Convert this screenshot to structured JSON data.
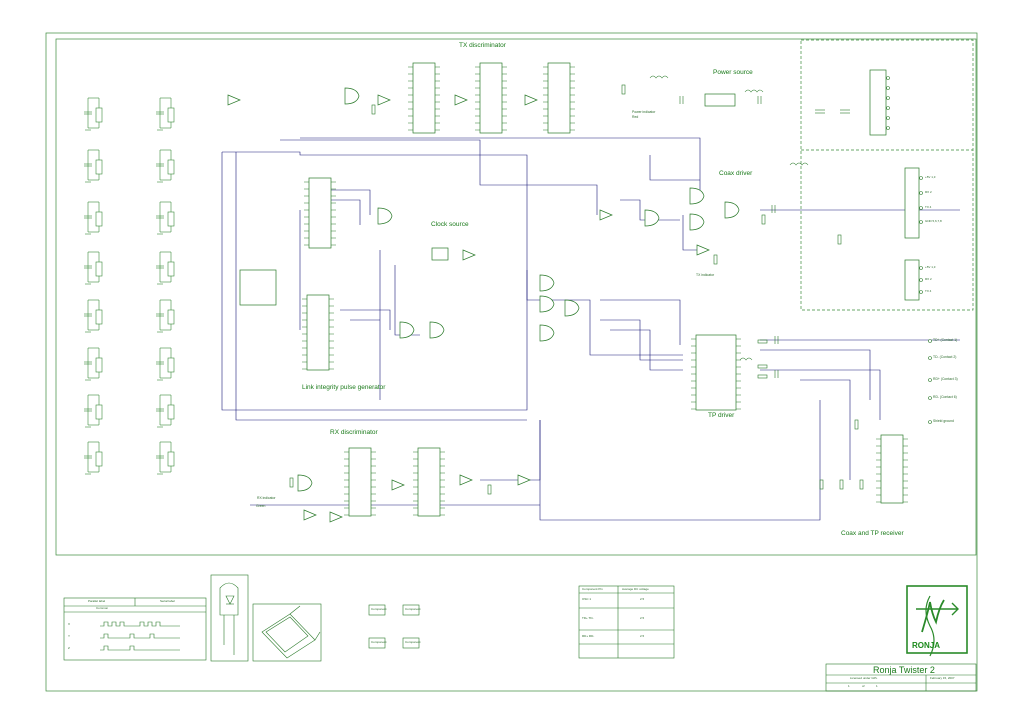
{
  "blocks": {
    "tx_discriminator": "TX discriminator",
    "power_source": "Power source",
    "coax_driver": "Coax driver",
    "clock_source": "Clock source",
    "link_pulse": "Link integrity pulse generator",
    "tp_driver": "TP driver",
    "rx_discriminator": "RX discriminator",
    "coax_tp_receiver": "Coax and TP receiver"
  },
  "titleblock": {
    "title": "Ronja Twister 2",
    "license": "Licensed under GPL",
    "date": "February 15, 2007",
    "sheet_num": "1",
    "sheet_of": "of",
    "sheet_total": "1",
    "logo_text": "RONJA"
  },
  "legend": {
    "tabs": [
      "Parallel label",
      "Serial label",
      "Common"
    ],
    "rows": [
      "X",
      "Y",
      "Z"
    ]
  },
  "table": {
    "head": [
      "Component Pin",
      "Average DC voltage"
    ],
    "rows": [
      [
        "OSC 1",
        "2.5"
      ],
      [
        "TD+ TD-",
        "2.5"
      ],
      [
        "RD+ RD-",
        "2.5"
      ]
    ]
  },
  "labels": {
    "led_tx": "TX indicator",
    "led_rx": "RX indicator",
    "power_led": "Power indicator",
    "green_note": "Green",
    "red_note": "Red"
  },
  "connectors": {
    "rj_pins": [
      "TD+ (Contact 1)",
      "TD- (Contact 2)",
      "RD+ (Contact 3)",
      "RD- (Contact 6)",
      "Shield ground"
    ],
    "db_pins": [
      "+5V 1,3",
      "RX 2",
      "TX 4",
      "GND 5,6,7,8",
      "+5V 1,3",
      "RX 2",
      "TX 4"
    ]
  },
  "legend_components": {
    "items": [
      "Component",
      "Component",
      "Component",
      "Component"
    ]
  }
}
